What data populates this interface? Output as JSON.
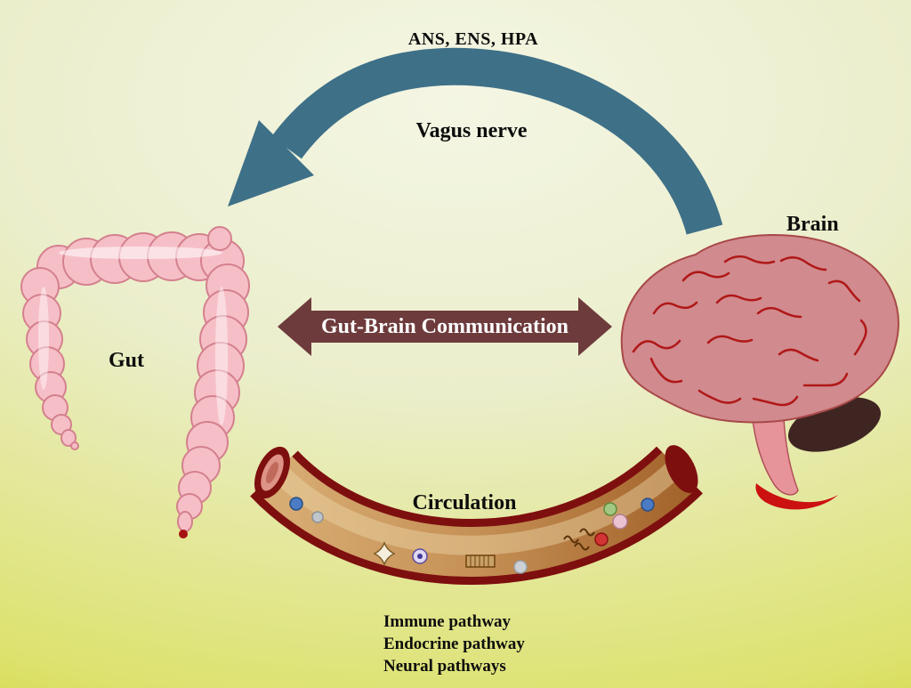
{
  "figure": {
    "top_label": "ANS, ENS, HPA",
    "vagus_label": "Vagus nerve",
    "brain_label": "Brain",
    "gut_label": "Gut",
    "center_arrow_label": "Gut-Brain Communication",
    "circulation_label": "Circulation",
    "pathway_labels": [
      "Immune pathway",
      "Endocrine pathway",
      "Neural pathways"
    ]
  },
  "colors": {
    "background_top": "#f4f6e4",
    "background_bottom": "#d0d43d",
    "vagus_arrow": "#3e7088",
    "center_arrow": "#6e3b3c",
    "center_arrow_text": "#ffffff",
    "vessel_wall": "#7e0f0f",
    "vessel_lumen": "#c59055",
    "brain_fill": "#d18a8e",
    "brain_folds": "#b01818",
    "cerebellum": "#3f2522",
    "brainstem_accent": "#cc1111",
    "gut_fill": "#f6bfc7",
    "gut_outline": "#d4808e"
  },
  "vessel_contents": [
    "red-blood-cell",
    "white-blood-cell",
    "platelet",
    "immune-cell",
    "hormone-molecule",
    "dna-fragment",
    "nutrient-molecule"
  ]
}
